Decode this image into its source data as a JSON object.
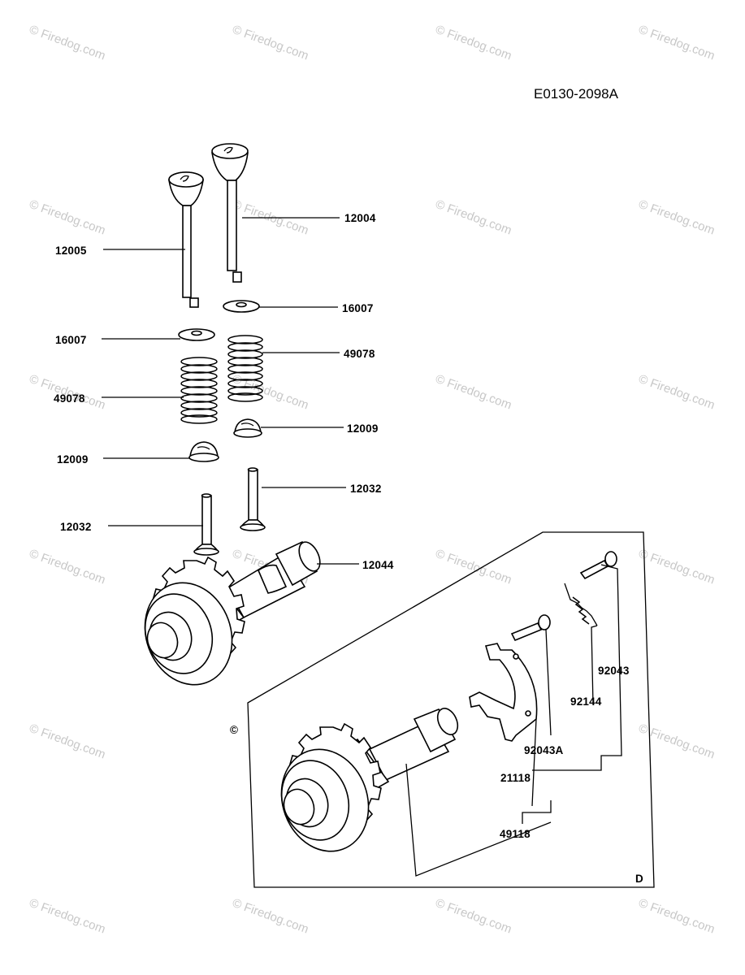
{
  "diagram_code": "E0130-2098A",
  "panel_label": "D",
  "watermark_text": "© Firedog.com",
  "parts": {
    "exhaust_valve": "12004",
    "intake_valve": "12005",
    "collet_right": "16007",
    "collet_left": "16007",
    "spring_right": "49078",
    "spring_left": "49078",
    "retainer_right": "12009",
    "retainer_left": "12009",
    "tappet_right": "12032",
    "tappet_left": "12032",
    "camshaft": "12044",
    "bolt_92043": "92043",
    "spring_92144": "92144",
    "bolt_92043a": "92043A",
    "weight_21118": "21118",
    "assembly_49118": "49118"
  },
  "colors": {
    "ink": "#000000",
    "watermark": "#c8c8c8",
    "background": "#ffffff"
  }
}
